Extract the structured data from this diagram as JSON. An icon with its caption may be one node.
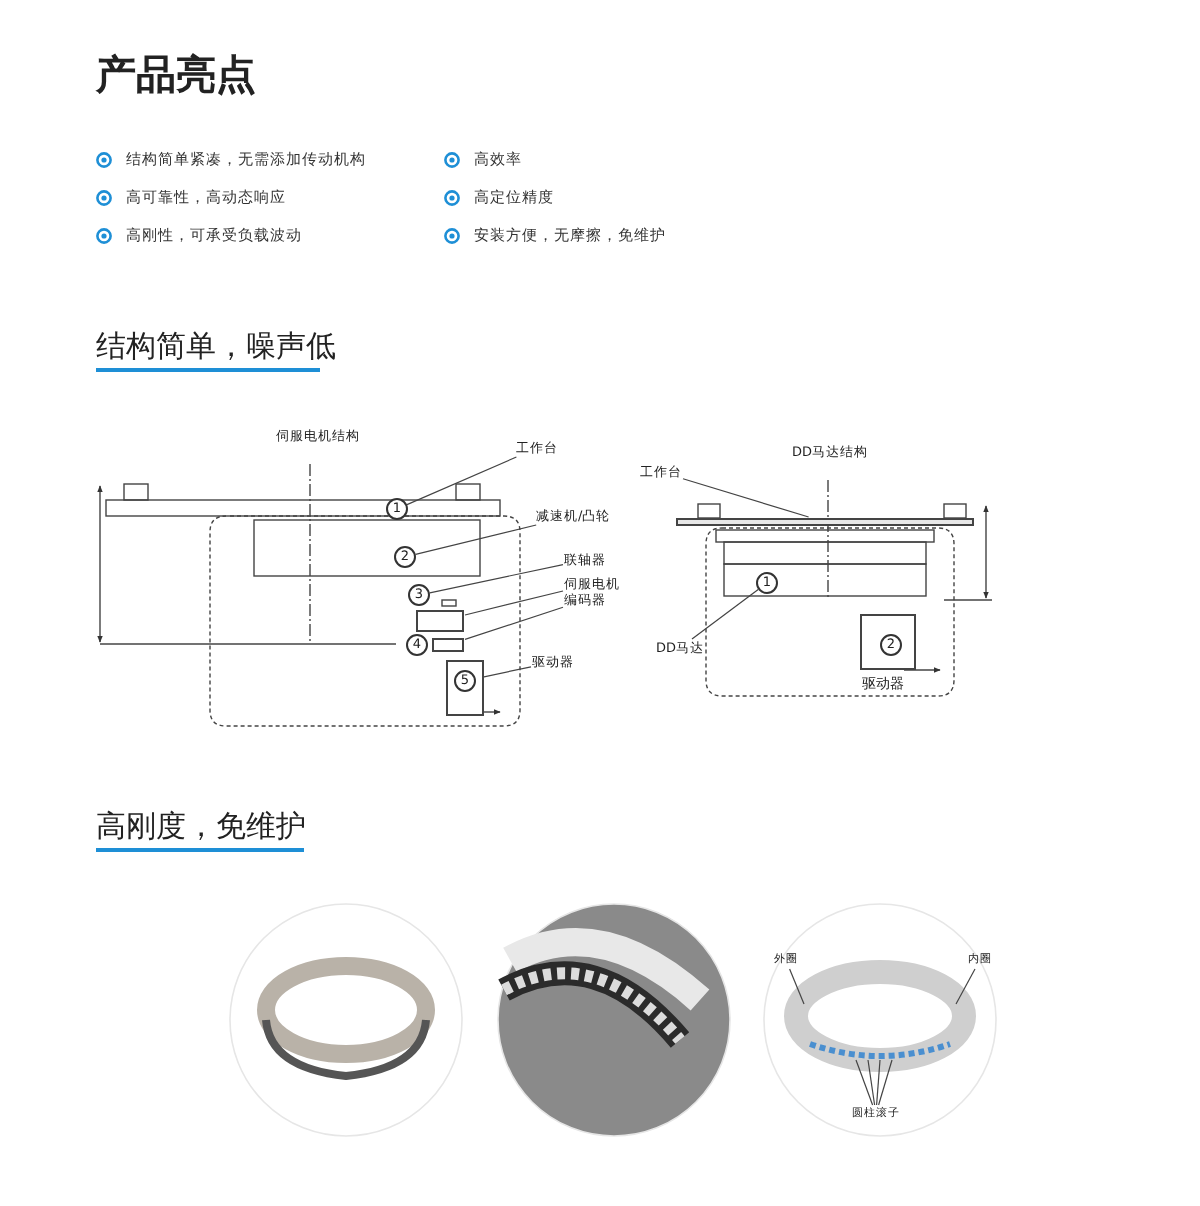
{
  "diagram": {
    "title": "产品亮点",
    "nodes": [
      {
        "text": [
          "工作台"
        ]
      },
      {
        "text": [
          "1"
        ]
      },
      {
        "text": [
          "减速机/凸轮"
        ]
      },
      {
        "text": [
          "2"
        ]
      },
      {
        "text": [
          "联轴器"
        ]
      },
      {
        "text": [
          "3"
        ]
      },
      {
        "text": [
          "伺服电机"
        ]
      },
      {
        "text": [],
        "shape": "box"
      },
      {
        "text": [
          "编码器"
        ]
      },
      {
        "text": [],
        "shape": "box"
      },
      {
        "text": [
          "4"
        ]
      },
      {
        "text": [
          "驱动器"
        ]
      },
      {
        "text": [],
        "shape": "box"
      },
      {
        "text": [
          "5"
        ],
        "in": 12
      },
      {
        "text": [
          "工作台"
        ]
      },
      {
        "text": [],
        "shape": "bar"
      },
      {
        "text": [
          "DD马达"
        ]
      },
      {
        "text": [
          "1"
        ]
      },
      {
        "text": [],
        "shape": "box",
        "beside": [
          "驱动器"
        ]
      },
      {
        "text": [
          "2"
        ],
        "in": 18
      },
      {
        "text": [
          "外圈"
        ]
      },
      {
        "text": [
          "内圈"
        ]
      },
      {
        "text": [
          "圆柱滚子"
        ]
      }
    ],
    "edges": [
      {
        "from": 0,
        "to": 1,
        "arrow": "none"
      },
      {
        "from": 2,
        "to": 3,
        "arrow": "none"
      },
      {
        "from": 4,
        "to": 5,
        "arrow": "none"
      },
      {
        "from": 6,
        "to": 7,
        "arrow": "none"
      },
      {
        "from": 8,
        "to": 9,
        "arrow": "none"
      },
      {
        "from": 11,
        "to": 13,
        "arrow": "none"
      },
      {
        "from": 14,
        "to": 15,
        "arrow": "none"
      },
      {
        "from": 16,
        "to": 17,
        "arrow": "none"
      },
      {
        "from": 20,
        "to": null,
        "arrow": "none"
      },
      {
        "from": 21,
        "to": null,
        "arrow": "none"
      },
      {
        "from": 22,
        "to": null,
        "arrow": "none"
      },
      {
        "from": 22,
        "to": null,
        "arrow": "none"
      },
      {
        "from": 22,
        "to": null,
        "arrow": "none"
      },
      {
        "from": 22,
        "to": null,
        "arrow": "none"
      }
    ],
    "labels": [
      "结构简单紧凑，无需添加传动机构",
      "高效率",
      "高可靠性，高动态响应",
      "高定位精度",
      "高刚性，可承受负载波动",
      "安装方便，无摩擦，免维护",
      "结构简单，噪声低",
      "伺服电机结构",
      "DD马达结构",
      "高刚度，免维护"
    ]
  }
}
